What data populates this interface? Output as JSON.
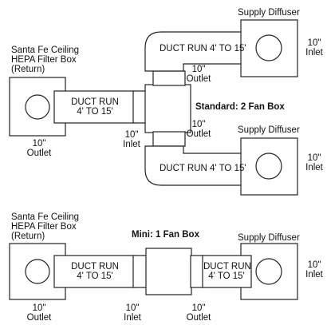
{
  "standard": {
    "title": "Standard: 2 Fan Box",
    "return_label": [
      "Santa Fe Ceiling",
      "HEPA Filter Box",
      "(Return)"
    ],
    "return_outlet": [
      "10\"",
      "Outlet"
    ],
    "main_duct": [
      "DUCT RUN",
      "4' TO 15'"
    ],
    "inlet": [
      "10\"",
      "Inlet"
    ],
    "upper_outlet": [
      "10\"",
      "Outlet"
    ],
    "lower_outlet": [
      "10\"",
      "Outlet"
    ],
    "upper_duct": "DUCT RUN 4' TO 15'",
    "lower_duct": "DUCT RUN 4' TO 15'",
    "upper_diffuser_label": "Supply Diffuser",
    "lower_diffuser_label": "Supply Diffuser",
    "upper_diffuser_inlet": [
      "10\"",
      "Inlet"
    ],
    "lower_diffuser_inlet": [
      "10\"",
      "Inlet"
    ]
  },
  "mini": {
    "title": "Mini: 1 Fan Box",
    "return_label": [
      "Santa Fe Ceiling",
      "HEPA Filter Box",
      "(Return)"
    ],
    "diffuser_label": "Supply Diffuser",
    "duct_left": [
      "DUCT RUN",
      "4' TO 15'"
    ],
    "duct_right": [
      "DUCT RUN",
      "4' TO 15'"
    ],
    "return_outlet": [
      "10\"",
      "Outlet"
    ],
    "inlet": [
      "10\"",
      "Inlet"
    ],
    "outlet": [
      "10\"",
      "Outlet"
    ],
    "diffuser_inlet": [
      "10\"",
      "Inlet"
    ]
  }
}
